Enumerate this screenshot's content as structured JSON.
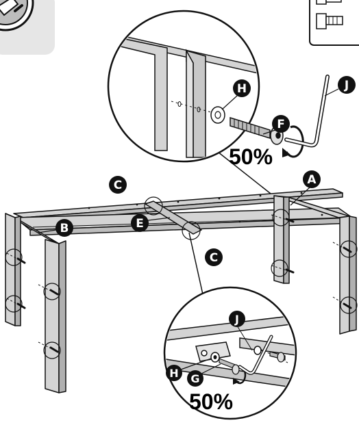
{
  "callouts": {
    "a": "A",
    "b": "B",
    "c_top": "C",
    "c_mid": "C",
    "e": "E",
    "f": "F",
    "h_top": "H",
    "j_top": "J",
    "j_bottom": "J",
    "h_bottom": "H",
    "g": "G"
  },
  "zoom_top": {
    "percent": "50%"
  },
  "zoom_bottom": {
    "percent": "50%"
  },
  "colors": {
    "frame_fill": "#d4d4d4",
    "frame_stroke": "#111111",
    "callout_fill": "#111111",
    "panel_gray": "#e6e6e6"
  },
  "icons": [
    "hex-key-icon",
    "bolt-icon",
    "washer-icon",
    "barrel-nut-icon",
    "rotation-arrow-icon"
  ]
}
